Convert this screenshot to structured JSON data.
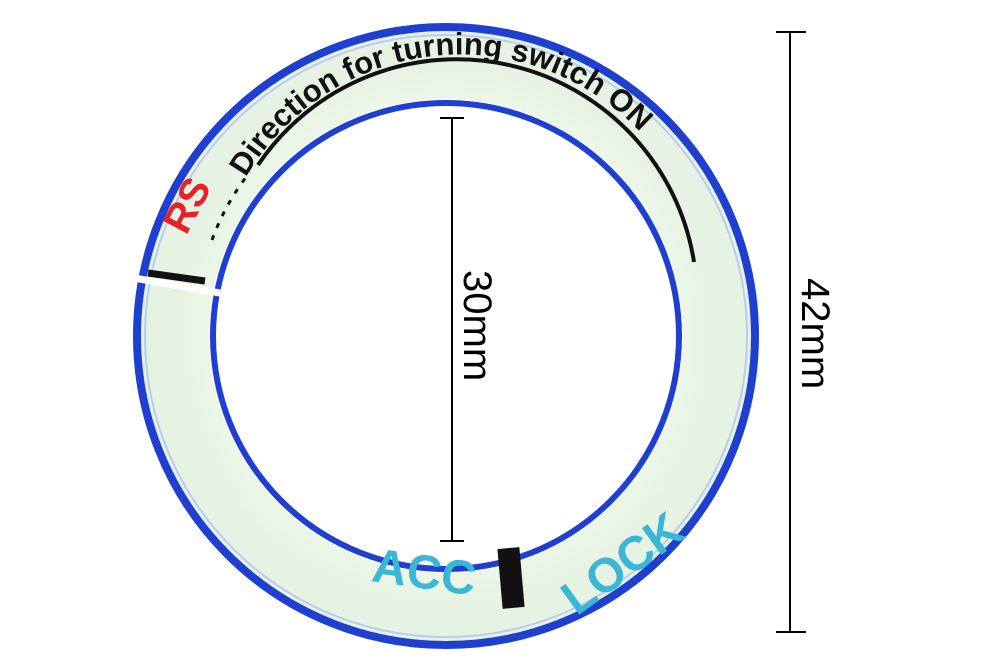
{
  "ring": {
    "brand": "RS",
    "direction_text": "Direction for turning switch ON",
    "acc_label": "ACC",
    "lock_label": "LOCK"
  },
  "dimensions": {
    "inner": "30mm",
    "outer": "42mm"
  },
  "colors": {
    "ring_fill": "#eef7e8",
    "ring_border": "#1e3fd0",
    "brand": "#e8202a",
    "direction_text": "#111111",
    "position_labels": "#3bb6d6",
    "dimension_lines": "#000000"
  }
}
